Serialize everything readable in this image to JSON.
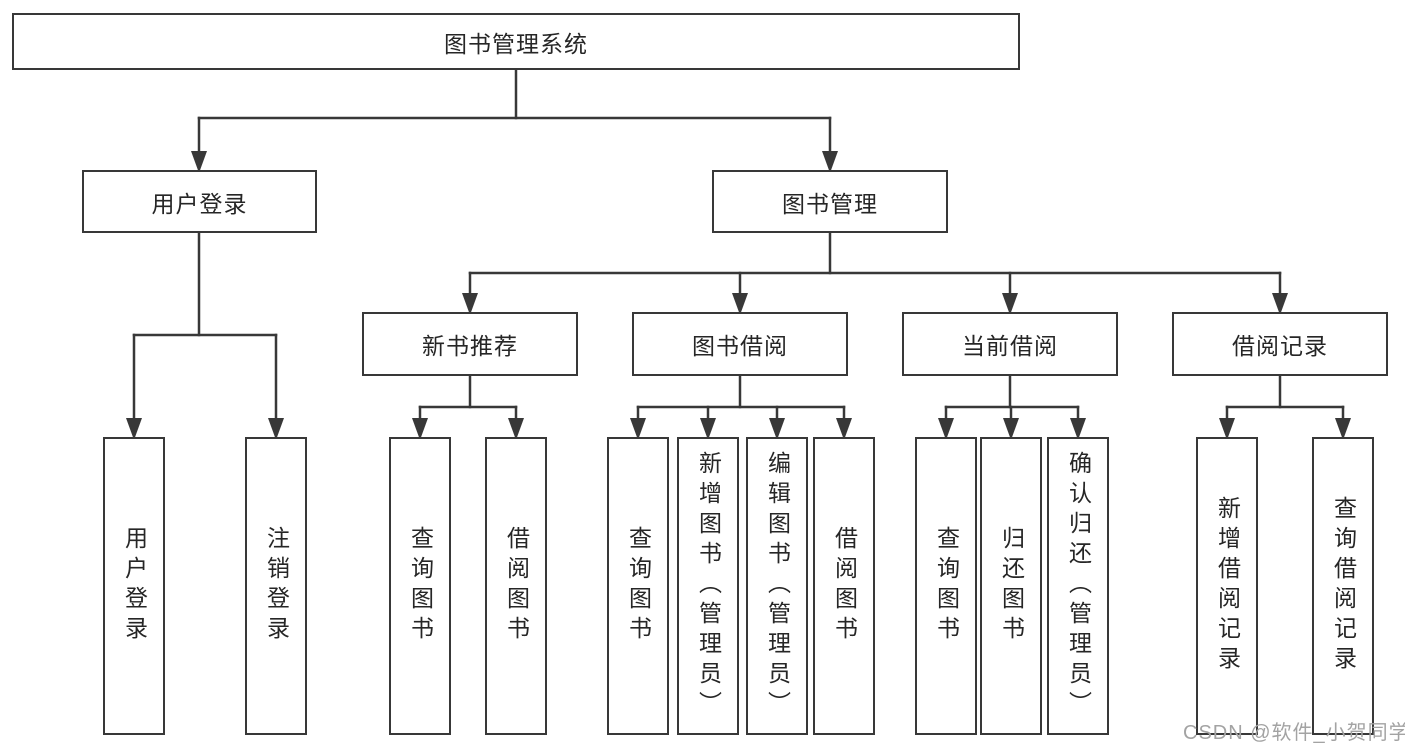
{
  "diagram_type": "function-structure-tree",
  "colors": {
    "background": "#ffffff",
    "box_fill": "#ffffff",
    "box_border": "#383838",
    "connector": "#383838",
    "text": "#262626",
    "watermark": "#a3a3a3"
  },
  "tree": {
    "label": "图书管理系统",
    "children": [
      {
        "label": "用户登录",
        "children": [
          {
            "label": "用户登录"
          },
          {
            "label": "注销登录"
          }
        ]
      },
      {
        "label": "图书管理",
        "children": [
          {
            "label": "新书推荐",
            "children": [
              {
                "label": "查询图书"
              },
              {
                "label": "借阅图书"
              }
            ]
          },
          {
            "label": "图书借阅",
            "children": [
              {
                "label": "查询图书"
              },
              {
                "label": "新增图书（管理员）"
              },
              {
                "label": "编辑图书（管理员）"
              },
              {
                "label": "借阅图书"
              }
            ]
          },
          {
            "label": "当前借阅",
            "children": [
              {
                "label": "查询图书"
              },
              {
                "label": "归还图书"
              },
              {
                "label": "确认归还（管理员）"
              }
            ]
          },
          {
            "label": "借阅记录",
            "children": [
              {
                "label": "新增借阅记录"
              },
              {
                "label": "查询借阅记录"
              }
            ]
          }
        ]
      }
    ]
  },
  "watermark": "CSDN @软件_小贺同学"
}
